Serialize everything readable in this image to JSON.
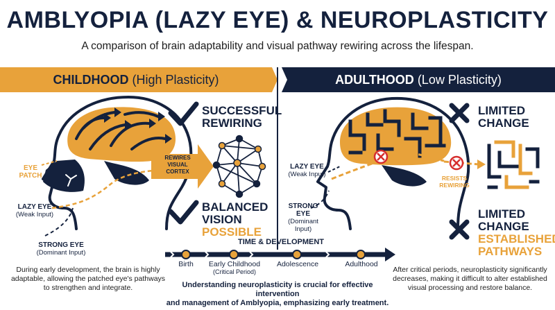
{
  "title": "AMBLYOPIA (LAZY EYE) & NEUROPLASTICITY",
  "subtitle": "A comparison of brain adaptability and visual pathway rewiring across the lifespan.",
  "childhood": {
    "band_bold": "CHILDHOOD",
    "band_rest": " (High Plasticity)",
    "labels": {
      "eye_patch_1": "EYE",
      "eye_patch_2": "PATCH",
      "lazy_eye": "LAZY EYE",
      "lazy_eye_sub": "(Weak Input)",
      "strong_eye": "STRONG EYE",
      "strong_eye_sub": "(Dominant Input)",
      "arrow_1": "REWIRES",
      "arrow_2": "VISUAL",
      "arrow_3": "CORTEX"
    },
    "outcome1_1": "SUCCESSFUL",
    "outcome1_2": "REWIRING",
    "outcome2_1": "BALANCED",
    "outcome2_2": "VISION",
    "outcome2_3": "POSSIBLE",
    "description_1": "During early development, the brain is highly",
    "description_2": "adaptable, allowing the patched eye's pathways",
    "description_3": "to strengthen and integrate."
  },
  "adulthood": {
    "band_bold": "ADULTHOOD",
    "band_rest": " (Low Plasticity)",
    "labels": {
      "lazy_eye": "LAZY EYE",
      "lazy_eye_sub": "(Weak Input)",
      "strong_eye_1": "STRONG",
      "strong_eye_2": "EYE",
      "strong_eye_sub1": "(Dominant",
      "strong_eye_sub2": "Input)",
      "resists_1": "RESISTS",
      "resists_2": "REWIRING"
    },
    "outcome1_1": "LIMITED",
    "outcome1_2": "CHANGE",
    "outcome2_1": "LIMITED",
    "outcome2_2": "CHANGE",
    "outcome2_3": "ESTABLISHED",
    "outcome2_4": "PATHWAYS",
    "description_1": "After critical periods, neuroplasticity significantly",
    "description_2": "decreases, making it difficult to alter established",
    "description_3": "visual processing and restore balance."
  },
  "timeline": {
    "title": "TIME & DEVELOPMENT",
    "stages": [
      "Birth",
      "Early Childhood",
      "Adolescence",
      "Adulthood"
    ],
    "stage_sub": "(Critical Period)"
  },
  "footer_1": "Understanding neuroplasticity is crucial for effective intervention",
  "footer_2": "and management of Amblyopia, emphasizing early treatment.",
  "colors": {
    "navy": "#14213d",
    "orange": "#e8a23a",
    "white": "#ffffff",
    "red": "#d62d2d"
  }
}
